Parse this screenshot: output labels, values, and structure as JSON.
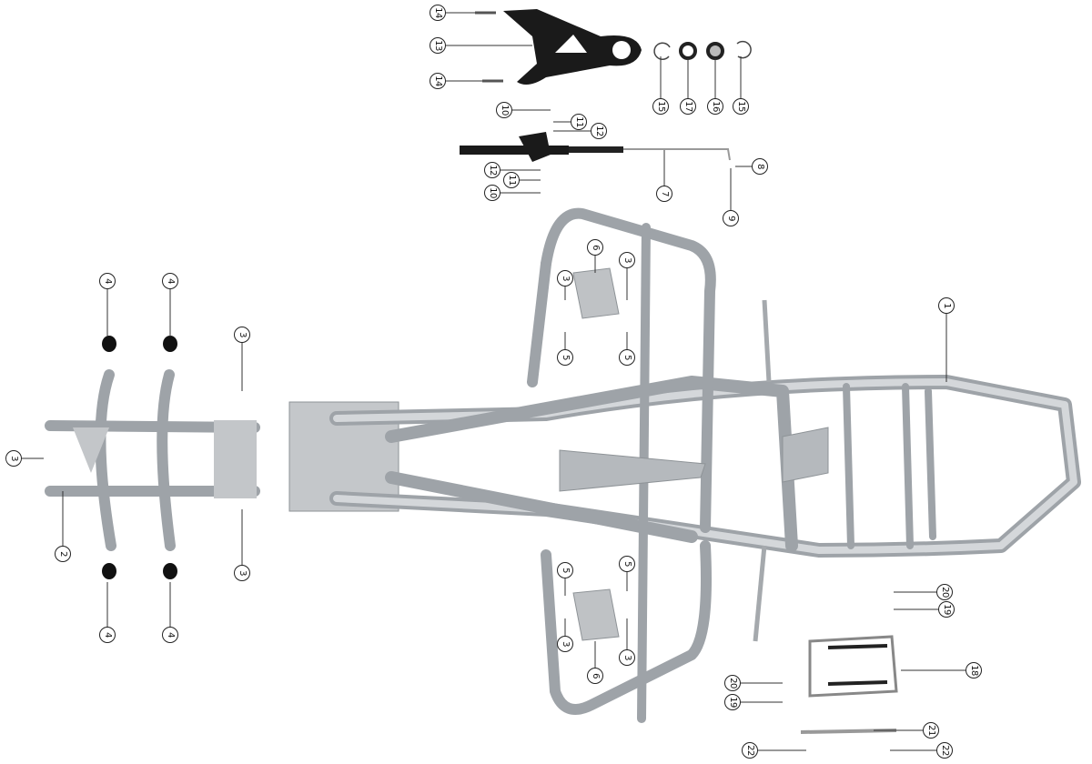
{
  "diagram": {
    "title": "Frame assembly exploded view",
    "callouts": [
      "14",
      "13",
      "14",
      "15",
      "17",
      "16",
      "15",
      "10",
      "11",
      "12",
      "12",
      "11",
      "10",
      "8",
      "7",
      "9",
      "4",
      "4",
      "6",
      "3",
      "3",
      "5",
      "5",
      "3",
      "1",
      "3",
      "2",
      "3",
      "4",
      "4",
      "5",
      "5",
      "3",
      "3",
      "6",
      "20",
      "19",
      "18",
      "20",
      "19",
      "21",
      "22",
      "22"
    ],
    "colors": {
      "frame": "#b8bcc0",
      "black_part": "#1a1a1a",
      "callout_border": "#222222"
    }
  }
}
